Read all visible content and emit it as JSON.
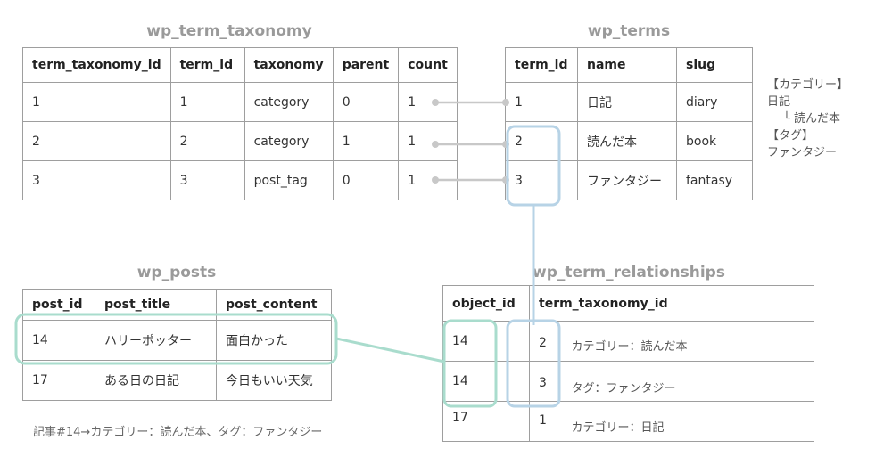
{
  "term_taxonomy": {
    "title": "wp_term_taxonomy",
    "headers": [
      "term_taxonomy_id",
      "term_id",
      "taxonomy",
      "parent",
      "count"
    ],
    "rows": [
      [
        "1",
        "1",
        "category",
        "0",
        "1"
      ],
      [
        "2",
        "2",
        "category",
        "1",
        "1"
      ],
      [
        "3",
        "3",
        "post_tag",
        "0",
        "1"
      ]
    ]
  },
  "terms": {
    "title": "wp_terms",
    "headers": [
      "term_id",
      "name",
      "slug"
    ],
    "rows": [
      [
        "1",
        "日記",
        "diary"
      ],
      [
        "2",
        "読んだ本",
        "book"
      ],
      [
        "3",
        "ファンタジー",
        "fantasy"
      ]
    ]
  },
  "side_note": {
    "lines": [
      "【カテゴリー】",
      "日記",
      "└ 読んだ本",
      "【タグ】",
      "ファンタジー"
    ]
  },
  "posts": {
    "title": "wp_posts",
    "headers": [
      "post_id",
      "post_title",
      "post_content"
    ],
    "rows": [
      [
        "14",
        "ハリーポッター",
        "面白かった"
      ],
      [
        "17",
        "ある日の日記",
        "今日もいい天気"
      ]
    ]
  },
  "relationships": {
    "title": "wp_term_relationships",
    "headers": [
      "object_id",
      "term_taxonomy_id"
    ],
    "rows": [
      {
        "object_id": "14",
        "term_taxonomy_id": "2",
        "note": "カテゴリー：読んだ本"
      },
      {
        "object_id": "14",
        "term_taxonomy_id": "3",
        "note": "タグ：ファンタジー"
      },
      {
        "object_id": "17",
        "term_taxonomy_id": "1",
        "note": "カテゴリー：日記"
      }
    ]
  },
  "footer_note": "記事#14→カテゴリー：読んだ本、タグ：ファンタジー",
  "colors": {
    "border": "#9e9e9e",
    "title": "#9a9a9a",
    "connector": "#c8c8c8",
    "blue_highlight": "#b7d3e6",
    "green_highlight": "#a9dccd"
  }
}
